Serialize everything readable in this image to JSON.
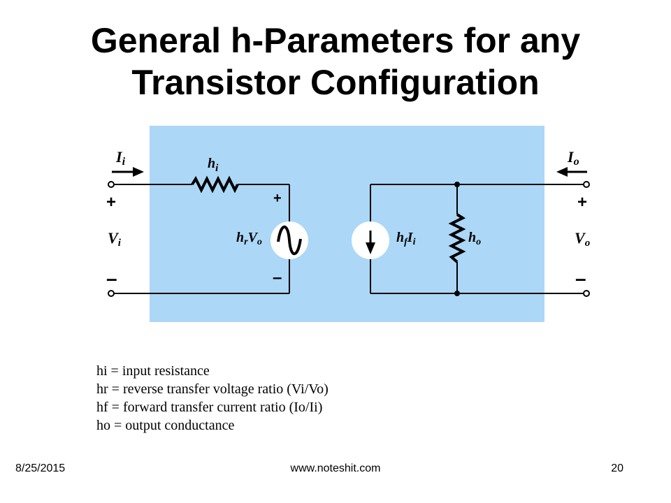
{
  "slide": {
    "title_line1": "General h-Parameters for any",
    "title_line2": "Transistor Configuration"
  },
  "diagram": {
    "panel_color": "#acd7f7",
    "input": {
      "current_label": "I",
      "current_sub": "i",
      "plus": "+",
      "voltage_label": "V",
      "voltage_sub": "i",
      "minus": "–"
    },
    "hi_label": "h",
    "hi_sub": "i",
    "source_plus": "+",
    "source_minus": "–",
    "hr_label_h": "h",
    "hr_label_r": "r",
    "hr_label_V": "V",
    "hr_label_o": "o",
    "hf_label_h": "h",
    "hf_label_f": "f",
    "hf_label_I": "I",
    "hf_label_i": "i",
    "ho_label": "h",
    "ho_sub": "o",
    "output": {
      "current_label": "I",
      "current_sub": "o",
      "plus": "+",
      "voltage_label": "V",
      "voltage_sub": "o",
      "minus": "–"
    }
  },
  "legend": [
    "hi = input resistance",
    "hr = reverse transfer voltage ratio (Vi/Vo)",
    "hf = forward transfer current ratio (Io/Ii)",
    "ho = output conductance"
  ],
  "footer": {
    "date": "8/25/2015",
    "site": "www.noteshit.com",
    "page": "20"
  }
}
